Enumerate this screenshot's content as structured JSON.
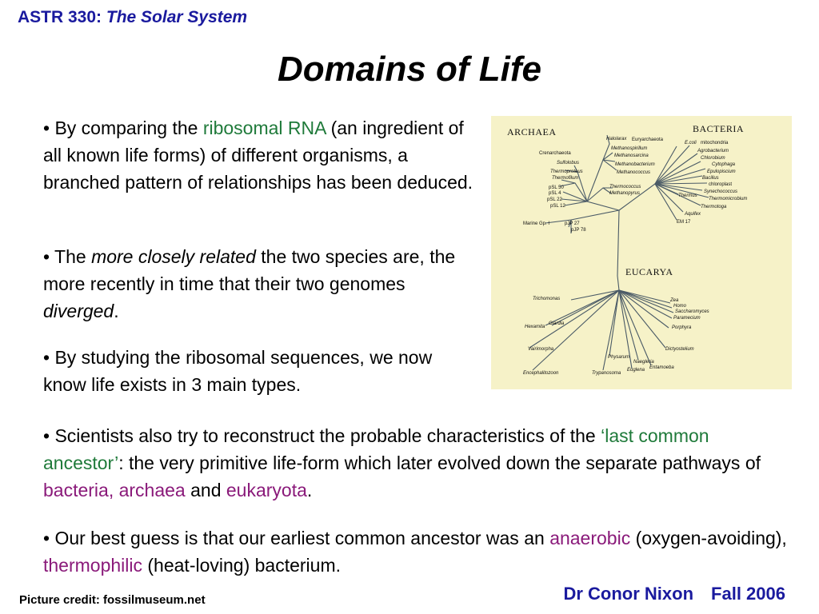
{
  "header": {
    "course": "ASTR 330:",
    "subtitle": "The Solar System"
  },
  "title": "Domains of Life",
  "bullets": {
    "b1": {
      "p1": "• By comparing the ",
      "hl": "ribosomal RNA",
      "p2": " (an ingredient of all known life forms) of different organisms, a branched pattern of relationships has been deduced."
    },
    "b2": {
      "p1": "• The ",
      "em1": "more closely related",
      "p2": " the two species are, the more recently in time that their two genomes ",
      "em2": "diverged",
      "p3": "."
    },
    "b3": {
      "text": "• By studying the ribosomal sequences, we now know life exists in 3 main types."
    },
    "b4": {
      "p1": "• Scientists also try to reconstruct the probable characteristics of the ",
      "hl": "‘last common ancestor’",
      "p2": ": the very primitive life-form which later evolved down the separate pathways of ",
      "hl2": "bacteria, archaea",
      "p3": " and ",
      "hl3": "eukaryota",
      "p4": "."
    },
    "b5": {
      "p1": "• Our best guess is that our earliest common ancestor was an ",
      "hl": "anaerobic",
      "p2": " (oxygen-avoiding), ",
      "hl2": "thermophilic",
      "p3": " (heat-loving) bacterium."
    }
  },
  "figure": {
    "domains": {
      "archaea": "ARCHAEA",
      "bacteria": "BACTERIA",
      "eucarya": "EUCARYA"
    },
    "labels": {
      "halolarax": "Halolarax",
      "euryarchaeota": "Euryarchaeota",
      "methanospirillum": "Methanospirillum",
      "methanosarcina": "Methanosarcina",
      "crenarchaeota": "Crenarchaeota",
      "sulfolobus": "Sulfolobus",
      "methanobacterium": "Methanobacterium",
      "methanococcus": "Methanococcus",
      "thermoproteus": "Thermoproteus",
      "thermofilum": "Thermofilum",
      "psl50": "pSL 50",
      "psl4": "pSL 4",
      "psl22": "pSL 22",
      "psl12": "pSL 12",
      "thermococcus": "Thermococcus",
      "methanopyrus": "Methanopyrus",
      "marine": "Marine Gp. I",
      "pjp27": "pJP 27",
      "pjp78": "pJP 78",
      "ecoli": "E.coli",
      "mitochondria": "mitochondria",
      "agrobacterium": "Agrobacterium",
      "chlorobium": "Chlorobium",
      "cytophaga": "Cytophaga",
      "epulopiscium": "Epulopiscium",
      "bacillus": "Bacillus",
      "chloroplast": "chloroplast",
      "synechococcus": "Synechococcus",
      "thermus": "Thermus",
      "thermomicrobium": "Thermomicrobium",
      "thermotoga": "Thermotoga",
      "aquifex": "Aquifex",
      "em17": "EM 17",
      "trichomonas": "Trichomonas",
      "zea": "Zea",
      "homo": "Homo",
      "saccharomyces": "Saccharomyces",
      "paramecium": "Paramecium",
      "porphyra": "Porphyra",
      "hexamita": "Hexamita",
      "giardia": "Giardia",
      "vairimorpha": "Vairimorpha",
      "dictyostelium": "Dictyostelium",
      "physarum": "Physarum",
      "naegleria": "Naegleria",
      "euglena": "Euglena",
      "entamoeba": "Entamoeba",
      "encephalitozoon": "Encephalitozoon",
      "trypanosoma": "Trypanosoma"
    }
  },
  "footer": {
    "credit": "Picture credit: fossilmuseum.net",
    "author": "Dr Conor Nixon",
    "term": "Fall 2006"
  },
  "colors": {
    "header": "#1a1a9e",
    "green": "#1f7a3a",
    "purple": "#8a1a7a",
    "figure_bg": "#f6f2c8"
  }
}
